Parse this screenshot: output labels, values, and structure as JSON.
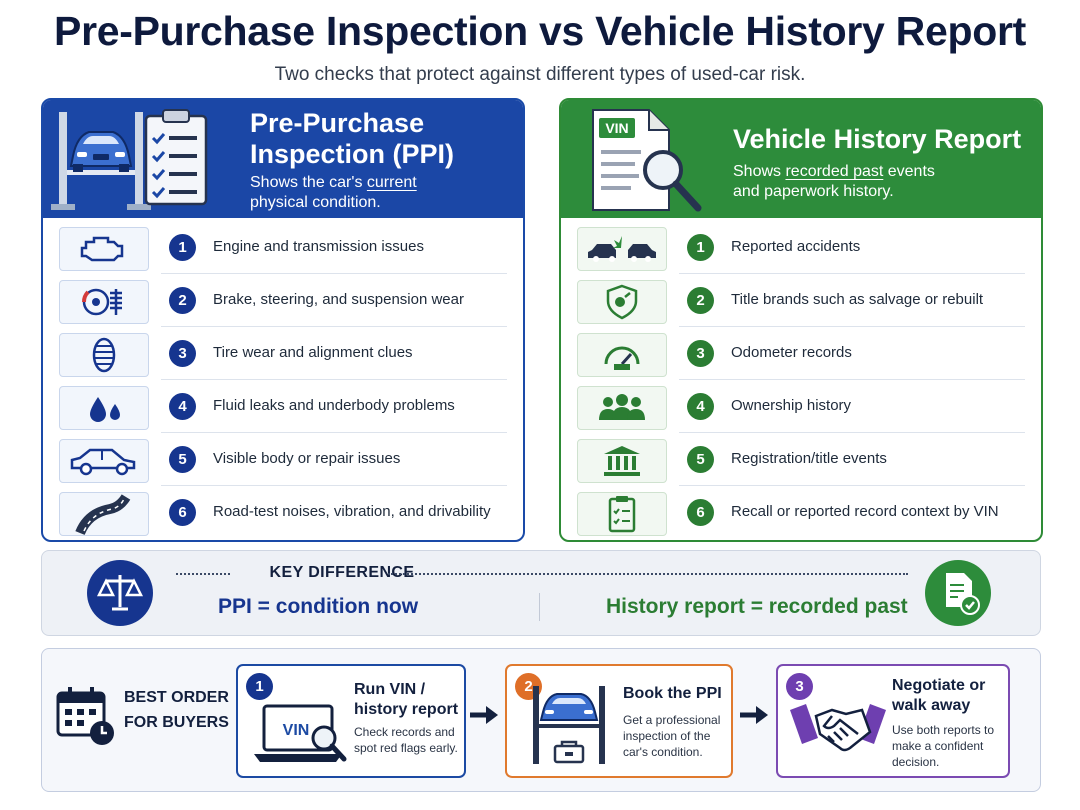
{
  "title": "Pre-Purchase Inspection vs Vehicle History Report",
  "subtitle": "Two checks that protect against different types of used-car risk.",
  "ppi": {
    "title_line1": "Pre-Purchase",
    "title_line2": "Inspection (PPI)",
    "desc_pre": "Shows the car's ",
    "desc_underline": "current",
    "desc_line2": "physical condition.",
    "accent": "#1b47a6",
    "items": [
      {
        "num": "1",
        "icon": "engine-icon",
        "text": "Engine and transmission issues"
      },
      {
        "num": "2",
        "icon": "brake-suspension-icon",
        "text": "Brake, steering, and suspension wear"
      },
      {
        "num": "3",
        "icon": "tire-icon",
        "text": "Tire wear and alignment clues"
      },
      {
        "num": "4",
        "icon": "fluid-drops-icon",
        "text": "Fluid leaks and underbody problems"
      },
      {
        "num": "5",
        "icon": "car-body-icon",
        "text": "Visible body or repair issues"
      },
      {
        "num": "6",
        "icon": "road-icon",
        "text": "Road-test noises, vibration, and drivability"
      }
    ]
  },
  "vhr": {
    "badge": "VIN",
    "title": "Vehicle History Report",
    "desc_pre": "Shows ",
    "desc_underline": "recorded past",
    "desc_post": " events",
    "desc_line2": "and paperwork history.",
    "accent": "#2d8c3b",
    "items": [
      {
        "num": "1",
        "icon": "car-crash-icon",
        "text": "Reported accidents"
      },
      {
        "num": "2",
        "icon": "title-shield-icon",
        "text": "Title brands such as salvage or rebuilt"
      },
      {
        "num": "3",
        "icon": "odometer-icon",
        "text": "Odometer records"
      },
      {
        "num": "4",
        "icon": "owners-icon",
        "text": "Ownership history"
      },
      {
        "num": "5",
        "icon": "registry-building-icon",
        "text": "Registration/title events"
      },
      {
        "num": "6",
        "icon": "clipboard-check-icon",
        "text": "Recall or reported record context by VIN"
      }
    ]
  },
  "key_difference": {
    "label": "KEY DIFFERENCE",
    "ppi": "PPI = condition now",
    "vhr": "History report = recorded past"
  },
  "best_order": {
    "label_line1": "BEST ORDER",
    "label_line2": "FOR BUYERS",
    "steps": [
      {
        "num": "1",
        "title_line1": "Run VIN /",
        "title_line2": "history report",
        "desc_line1": "Check records and",
        "desc_line2": "spot red flags early.",
        "desc_line3": "",
        "icon_text": "VIN",
        "color": "#1c4aa3"
      },
      {
        "num": "2",
        "title_line1": "Book the PPI",
        "title_line2": "",
        "desc_line1": "Get a professional",
        "desc_line2": "inspection of the",
        "desc_line3": "car's condition.",
        "icon_text": "",
        "color": "#e07a2e"
      },
      {
        "num": "3",
        "title_line1": "Negotiate or",
        "title_line2": "walk away",
        "desc_line1": "Use both reports to",
        "desc_line2": "make a confident",
        "desc_line3": "decision.",
        "icon_text": "",
        "color": "#7b4bb2"
      }
    ]
  }
}
